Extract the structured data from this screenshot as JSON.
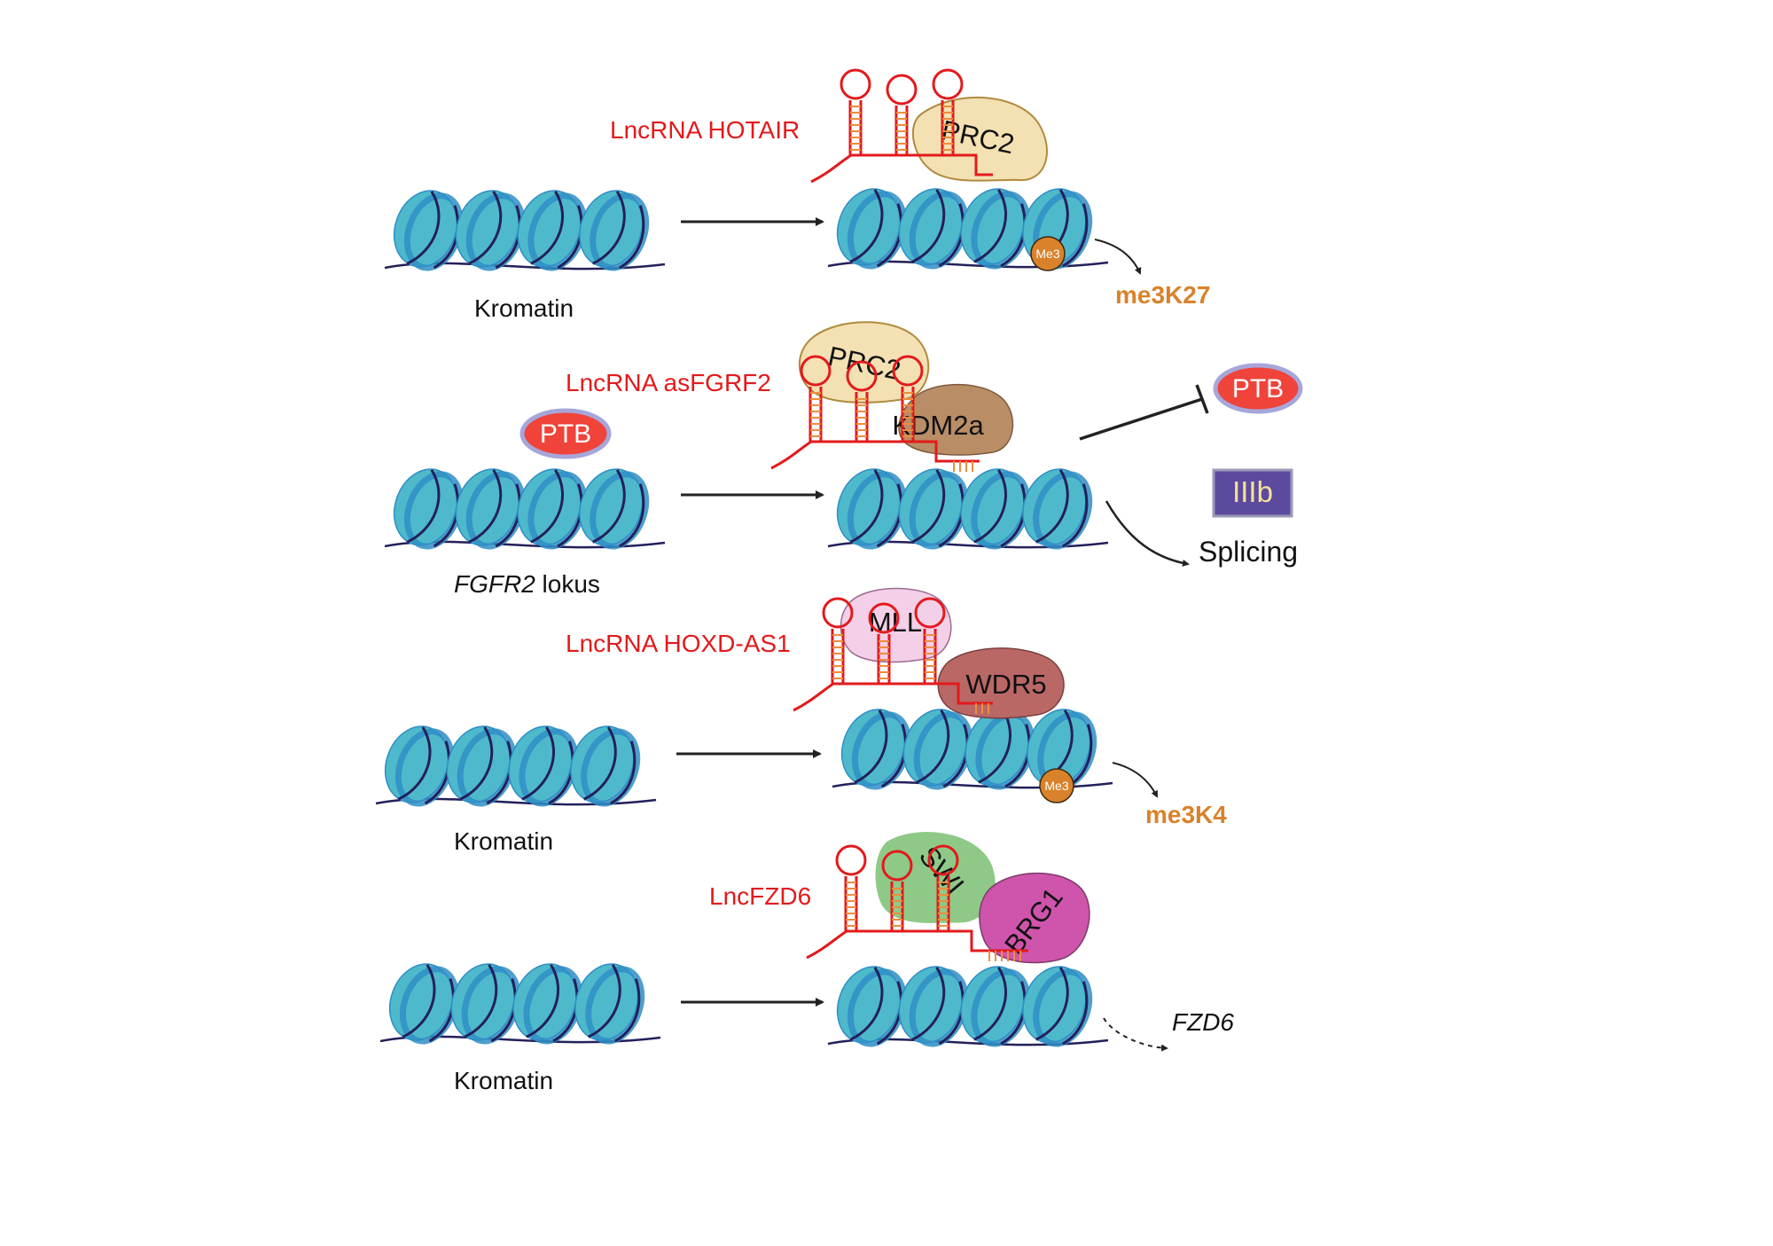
{
  "colors": {
    "nucleosome": "#4fb9cc",
    "nucleosome_band": "#2f8ec6",
    "dna": "#23205a",
    "lncrna": "#e31a1c",
    "stem_rungs": "#ef8c3e",
    "arrow": "#222222",
    "methyl": "#d9822b",
    "prc2": "#f3e1b3",
    "kdm2a": "#b98d66",
    "mll": "#f3d0e8",
    "wdr5": "#b96866",
    "swi": "#8fc987",
    "brg1": "#cf54ab",
    "ptb": "#f0433a",
    "ptb_ring": "#a7a6da",
    "iiib_box": "#5c4a9f",
    "iiib_text": "#f4e39a"
  },
  "icons": [
    "nucleosome-icon",
    "lncrna-hairpin-icon",
    "protein-blob-icon",
    "methyl-mark-icon",
    "inhibition-arrow-icon"
  ],
  "panels": [
    {
      "lncrna": "LncRNA HOTAIR",
      "left_label": "Kromatin",
      "proteins": [
        "PRC2"
      ],
      "mark": "Me3",
      "outcome": "me3K27"
    },
    {
      "lncrna": "LncRNA asFGRF2",
      "left_label_italic": "FGFR2",
      "left_label_rest": " lokus",
      "left_protein": "PTB",
      "proteins": [
        "PRC2",
        "KDM2a"
      ],
      "inhibited": "PTB",
      "exon": "IIIb",
      "outcome": "Splicing"
    },
    {
      "lncrna": "LncRNA HOXD-AS1",
      "left_label": "Kromatin",
      "proteins": [
        "MLL",
        "WDR5"
      ],
      "mark": "Me3",
      "outcome": "me3K4"
    },
    {
      "lncrna": "LncFZD6",
      "left_label": "Kromatin",
      "proteins": [
        "SWI",
        "BRG1"
      ],
      "outcome": "FZD6"
    }
  ]
}
